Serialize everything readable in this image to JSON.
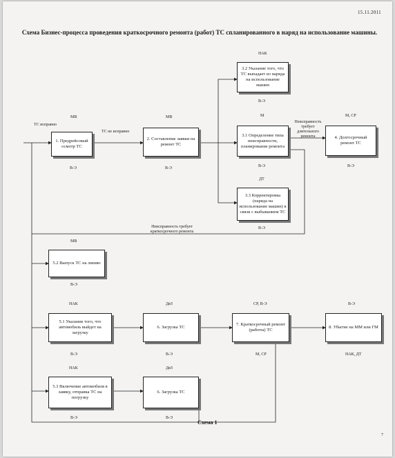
{
  "header": {
    "date": "15.11.2011",
    "title": "Схема Бизнес-процесса проведения краткосрочного ремонта (работ) ТС спланированного в наряд на использование машины."
  },
  "boxes": {
    "b1": "1. Предрейсовый осмотр ТС",
    "b2": "2. Составление заявки на ремонт ТС",
    "b32": "3.2 Указание того, что ТС выпадает из наряда на использование машин",
    "b31": "3.1 Определение типа неисправности, планирование ремонта",
    "b33": "3.3 Корректировка (наряда на использование машин) в связи с выбыванием ТС",
    "b4": "4. Долгосрочный ремонт ТС",
    "b52": "5.2 Выпуск ТС на линию",
    "b51": "5.1 Указание того, что автомобиль выйдет на загрузку",
    "b6a": "6. Загрузка ТС",
    "b7": "7. Краткосрочный ремонт (работы) ТС",
    "b8": "8. Убытие на ММ или ГМ",
    "b53": "5.3 Включение автомобиля в заявку, отправка ТС на погрузку",
    "b6b": "6. Загрузка ТС"
  },
  "labels": {
    "ts_ok": "ТС исправно",
    "ts_not_ok": "ТС не исправно",
    "long_repair": "Неисправность требует длительного ремонта",
    "short_repair": "Неисправность требует краткосрочного ремонта",
    "mv1": "МВ",
    "ve1": "В-Э",
    "mv2": "МВ",
    "ve2": "В-Э",
    "nak1": "НАК",
    "ve32": "В-Э",
    "m31": "М",
    "ve31": "В-Э",
    "dt33": "ДТ",
    "ve33": "В-Э",
    "mcp4": "М, СР",
    "ve4": "В-Э",
    "mv52": "МВ",
    "ve52": "В-Э",
    "nak51": "НАК",
    "ve51": "В-Э",
    "daz6": "ДвЗ",
    "ve6": "В-Э",
    "cpve7": "СР, В-Э",
    "mcp7": "М, СР",
    "ve8": "В-Э",
    "nakdt8": "НАК, ДТ",
    "nak53": "НАК",
    "ve53": "В-Э",
    "daz6b": "ДвЗ",
    "ve6b": "В-Э"
  },
  "footer": {
    "caption": "Схема 1",
    "page_number": "7"
  }
}
